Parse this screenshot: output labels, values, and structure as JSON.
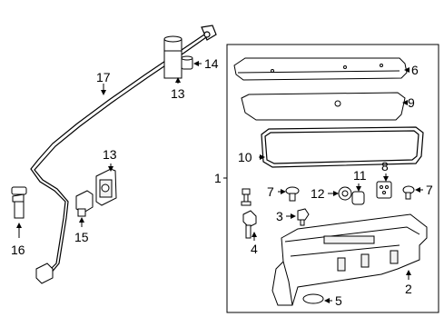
{
  "diagram": {
    "callouts": {
      "c1": "1",
      "c2": "2",
      "c3": "3",
      "c4": "4",
      "c5": "5",
      "c6": "6",
      "c7a": "7",
      "c7b": "7",
      "c8": "8",
      "c9": "9",
      "c10": "10",
      "c11": "11",
      "c12": "12",
      "c13a": "13",
      "c13b": "13",
      "c14": "14",
      "c15": "15",
      "c16": "16",
      "c17": "17"
    },
    "colors": {
      "line": "#000000",
      "background": "#ffffff",
      "part_fill": "#f2f2f2"
    }
  }
}
